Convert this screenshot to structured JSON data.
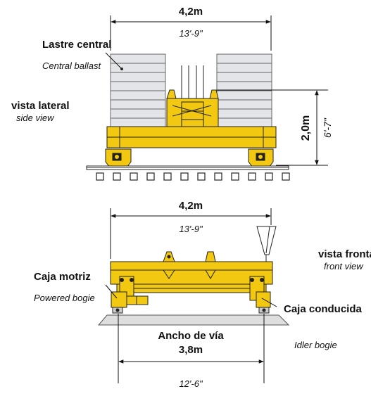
{
  "side_view": {
    "width_m": "4,2m",
    "width_ft": "13'-9\"",
    "height_m": "2,0m",
    "height_ft": "6'-7\"",
    "ballast_label": "Lastre central",
    "ballast_label_en": "Central ballast",
    "view_label": "vista lateral",
    "view_label_en": "side view"
  },
  "front_view": {
    "width_m": "4,2m",
    "width_ft": "13'-9\"",
    "view_label": "vista frontal",
    "view_label_en": "front view",
    "powered_label": "Caja motriz",
    "powered_label_en": "Powered bogie",
    "idler_label": "Caja conducida",
    "idler_label_en": "Idler bogie",
    "gauge_label": "Ancho de vía",
    "gauge_m": "3,8m",
    "gauge_ft": "12'-6\""
  },
  "colors": {
    "machine_yellow": "#f2c811",
    "ballast_gray": "#e3e5e8",
    "outline": "#222222"
  }
}
